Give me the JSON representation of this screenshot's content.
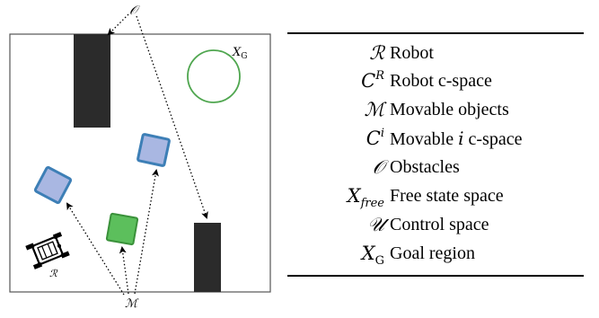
{
  "scene": {
    "obstacle_label": "𝒪",
    "goal_label": "X",
    "goal_label_sub": "G",
    "movable_label": "ℳ",
    "robot_label": "ℛ",
    "colors": {
      "obstacle": "#2b2b2b",
      "movable_fill": "#a9b7e2",
      "movable_stroke": "#3d7fb6",
      "target_fill": "#5cbf5c",
      "target_stroke": "#3a913a",
      "goal_stroke": "#4fa64f",
      "workspace_border": "#555555"
    }
  },
  "legend": {
    "rows": [
      {
        "symbol": "ℛ",
        "description": "Robot"
      },
      {
        "symbol_base": "C",
        "symbol_sup": "R",
        "description": "Robot c-space"
      },
      {
        "symbol": "ℳ",
        "description": "Movable objects"
      },
      {
        "symbol_base": "C",
        "symbol_sup": "i",
        "description_prefix": "Movable ",
        "description_var": "i",
        "description_suffix": " c-space"
      },
      {
        "symbol": "𝒪",
        "description": "Obstacles"
      },
      {
        "symbol_base": "X",
        "symbol_sub": "free",
        "description": "Free state space"
      },
      {
        "symbol": "𝒰",
        "description": "Control space"
      },
      {
        "symbol_base": "X",
        "symbol_sub": "G",
        "description": "Goal region"
      }
    ]
  }
}
